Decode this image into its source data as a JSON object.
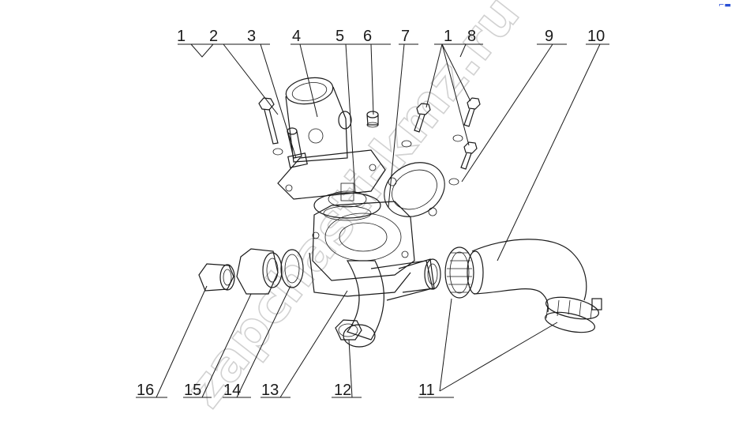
{
  "corner_mark": "⌐▬",
  "watermark": "zapchasti-kmz.ru",
  "callouts": {
    "c1a": "1",
    "c2": "2",
    "c3": "3",
    "c4": "4",
    "c5": "5",
    "c6": "6",
    "c7": "7",
    "c1b": "1",
    "c8": "8",
    "c9": "9",
    "c10": "10",
    "c11": "11",
    "c12": "12",
    "c13": "13",
    "c14": "14",
    "c15": "15",
    "c16": "16"
  }
}
